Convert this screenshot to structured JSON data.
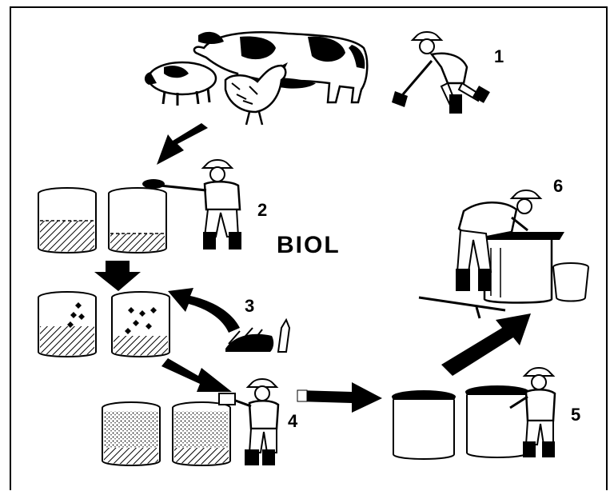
{
  "title": "BIOL",
  "steps": [
    "1",
    "2",
    "3",
    "4",
    "5",
    "6"
  ],
  "icons": [
    "cow-icon",
    "sheep-icon",
    "chicken-icon",
    "farmer-icon",
    "barrel-icon",
    "shovel-icon",
    "arrow-icon",
    "bucket-icon",
    "sieve-icon",
    "plant-bundle-icon"
  ],
  "colors": {
    "ink": "#000000",
    "paper": "#ffffff"
  }
}
